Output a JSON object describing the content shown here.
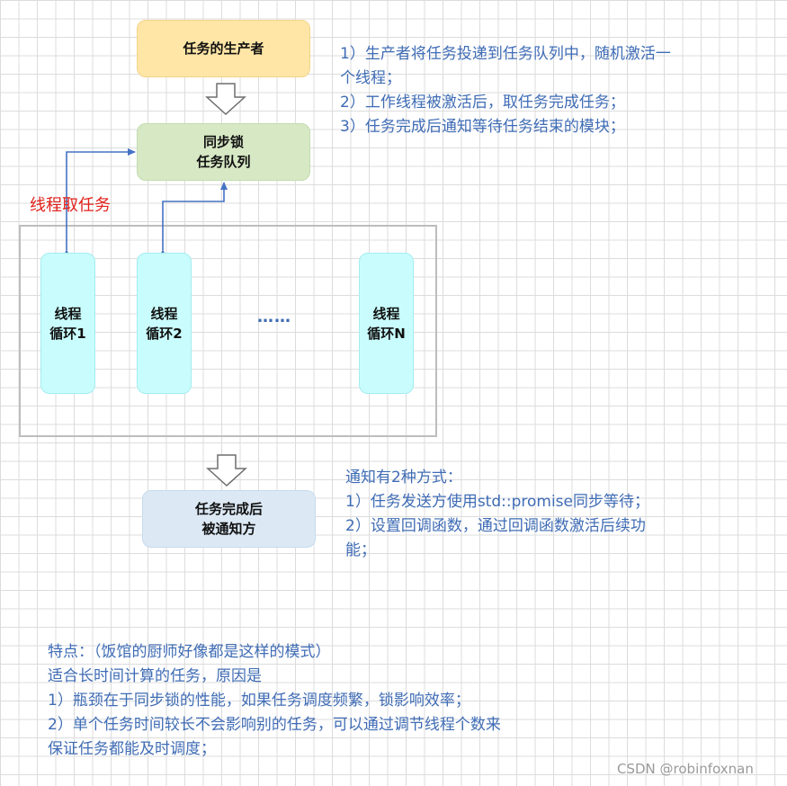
{
  "nodes": {
    "producer": {
      "line1": "任务的生产者"
    },
    "queue": {
      "line1": "同步锁",
      "line2": "任务队列"
    },
    "thread1": {
      "line1": "线程",
      "line2": "循环1"
    },
    "thread2": {
      "line1": "线程",
      "line2": "循环2"
    },
    "threadN": {
      "line1": "线程",
      "line2": "循环N"
    },
    "notified": {
      "line1": "任务完成后",
      "line2": "被通知方"
    }
  },
  "ellipsis": "……",
  "labels": {
    "take_task": "线程取任务"
  },
  "notes_top": [
    "1）生产者将任务投递到任务队列中，随机激活一",
    "个线程；",
    "2）工作线程被激活后，取任务完成任务；",
    "3）任务完成后通知等待任务结束的模块；"
  ],
  "notes_notify": [
    "通知有2种方式：",
    "1）任务发送方使用std::promise同步等待；",
    "2）设置回调函数，通过回调函数激活后续功",
    "能；"
  ],
  "notes_features": [
    "特点：（饭馆的厨师好像都是这样的模式）",
    "适合长时间计算的任务，原因是",
    "1）瓶颈在于同步锁的性能，如果任务调度频繁，锁影响效率；",
    "2）单个任务时间较长不会影响别的任务，可以通过调节线程个数来",
    "保证任务都能及时调度；"
  ],
  "watermark": "CSDN @robinfoxnan",
  "colors": {
    "producer_fill": "#ffe6a6",
    "queue_fill": "#d6e8c4",
    "thread_fill": "#c9fdfd",
    "notified_fill": "#dce9f5",
    "text_blue": "#3f6cb5",
    "label_red": "#e0211b",
    "connector": "#4472c4"
  }
}
